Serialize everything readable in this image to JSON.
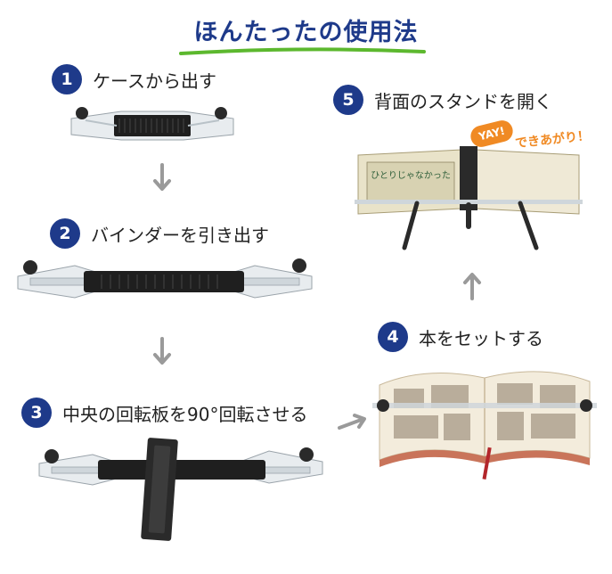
{
  "title": "ほんたったの使用法",
  "colors": {
    "title": "#1e3a8a",
    "badge": "#1e3a8a",
    "underline": "#5cb82e",
    "arrow": "#9a9a9a",
    "accent": "#f08a24"
  },
  "steps": [
    {
      "number": "1",
      "label": "ケースから出す"
    },
    {
      "number": "2",
      "label": "バインダーを引き出す"
    },
    {
      "number": "3",
      "label": "中央の回転板を90°回転させる"
    },
    {
      "number": "4",
      "label": "本をセットする"
    },
    {
      "number": "5",
      "label": "背面のスタンドを開く"
    }
  ],
  "stand_caption": {
    "badge": "YAY!",
    "text": "できあがり！"
  },
  "book_cover_title": "ひとりじゃなかった",
  "icons": {
    "down_arrow": "arrow-down-icon",
    "up_arrow": "arrow-up-icon",
    "right_arrow": "arrow-right-icon"
  }
}
